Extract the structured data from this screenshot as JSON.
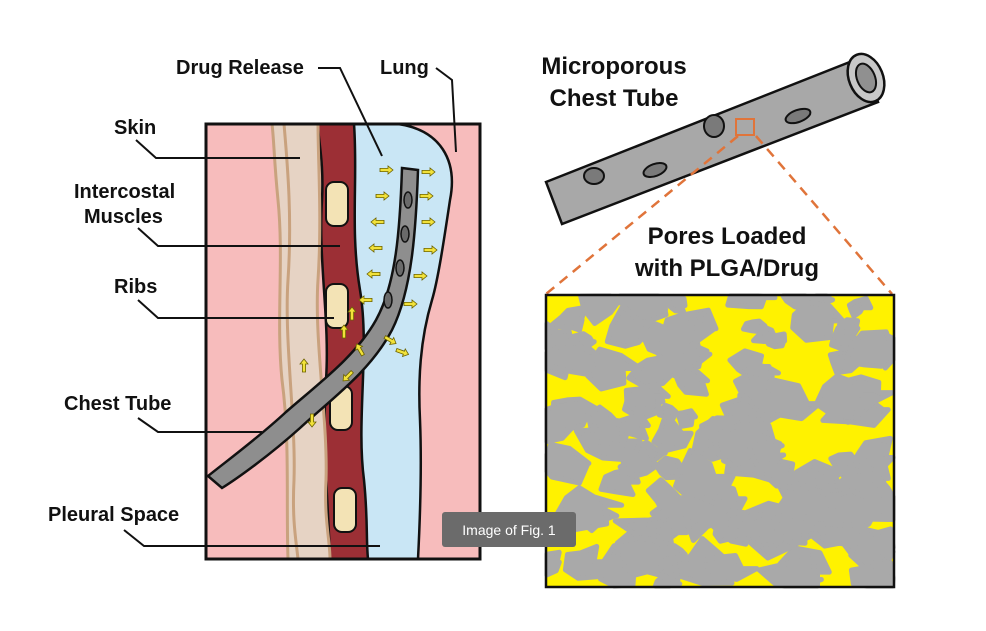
{
  "labels": {
    "skin": "Skin",
    "intercostal_line1": "Intercostal",
    "intercostal_line2": "Muscles",
    "ribs": "Ribs",
    "chest_tube": "Chest Tube",
    "pleural_space": "Pleural Space",
    "drug_release": "Drug Release",
    "lung": "Lung",
    "microporous_line1": "Microporous",
    "microporous_line2": "Chest Tube",
    "pores_line1": "Pores Loaded",
    "pores_line2": "with PLGA/Drug"
  },
  "tooltip": "Image of Fig. 1",
  "colors": {
    "skin": "#e6d3c4",
    "skin_edge": "#c9a27e",
    "muscle": "#9c2f35",
    "rib": "#f3e3b5",
    "pleural": "#c9e6f5",
    "lung": "#f7bcbc",
    "tube": "#8e8e8e",
    "arrow": "#f2e23a",
    "pore_gray": "#a9a9a9",
    "pore_yellow": "#fff200",
    "dash": "#e0743a"
  }
}
